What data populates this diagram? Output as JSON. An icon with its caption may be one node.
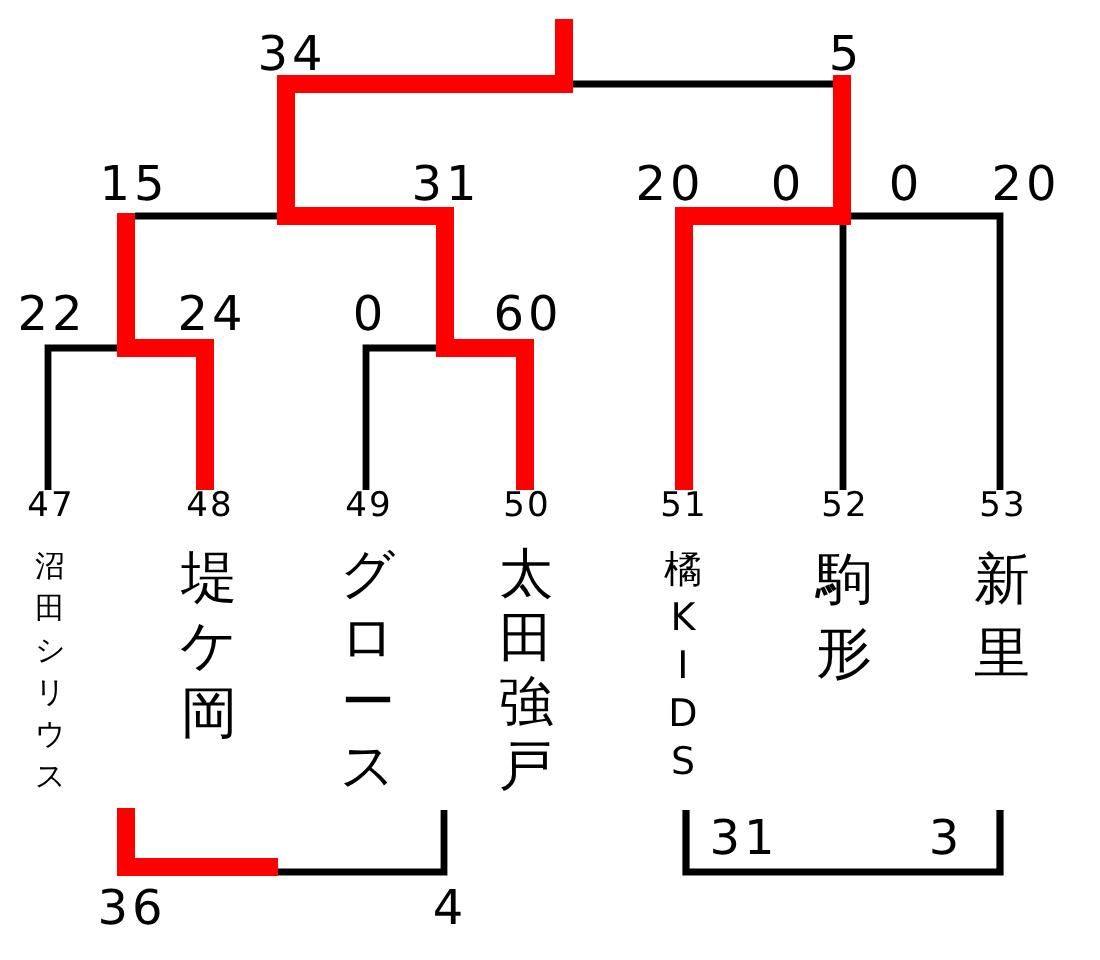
{
  "diagram": {
    "nodes": [
      {
        "text": [
          "47",
          "沼田シリウス"
        ]
      },
      {
        "text": [
          "48",
          "堤ケ岡"
        ]
      },
      {
        "text": [
          "49",
          "グロース"
        ]
      },
      {
        "text": [
          "50",
          "太田強戸"
        ]
      },
      {
        "text": [
          "51",
          "橘KIDS"
        ]
      },
      {
        "text": [
          "52",
          "駒形"
        ]
      },
      {
        "text": [
          "53",
          "新里"
        ]
      }
    ],
    "edges": [
      {
        "from": 0,
        "to": null,
        "arrow": "none"
      },
      {
        "from": 1,
        "to": null,
        "arrow": "none",
        "style": "thick",
        "color": "#ff0000"
      },
      {
        "from": 2,
        "to": null,
        "arrow": "none"
      },
      {
        "from": 3,
        "to": null,
        "arrow": "none",
        "style": "thick",
        "color": "#ff0000"
      },
      {
        "from": 4,
        "to": null,
        "arrow": "none",
        "style": "thick",
        "color": "#ff0000"
      },
      {
        "from": 5,
        "to": null,
        "arrow": "none"
      },
      {
        "from": 6,
        "to": null,
        "arrow": "none"
      }
    ],
    "labels": [
      "34",
      "5",
      "15",
      "31",
      "20",
      "0",
      "0",
      "20",
      "22",
      "24",
      "0",
      "60",
      "31",
      "3",
      "36",
      "4"
    ]
  }
}
